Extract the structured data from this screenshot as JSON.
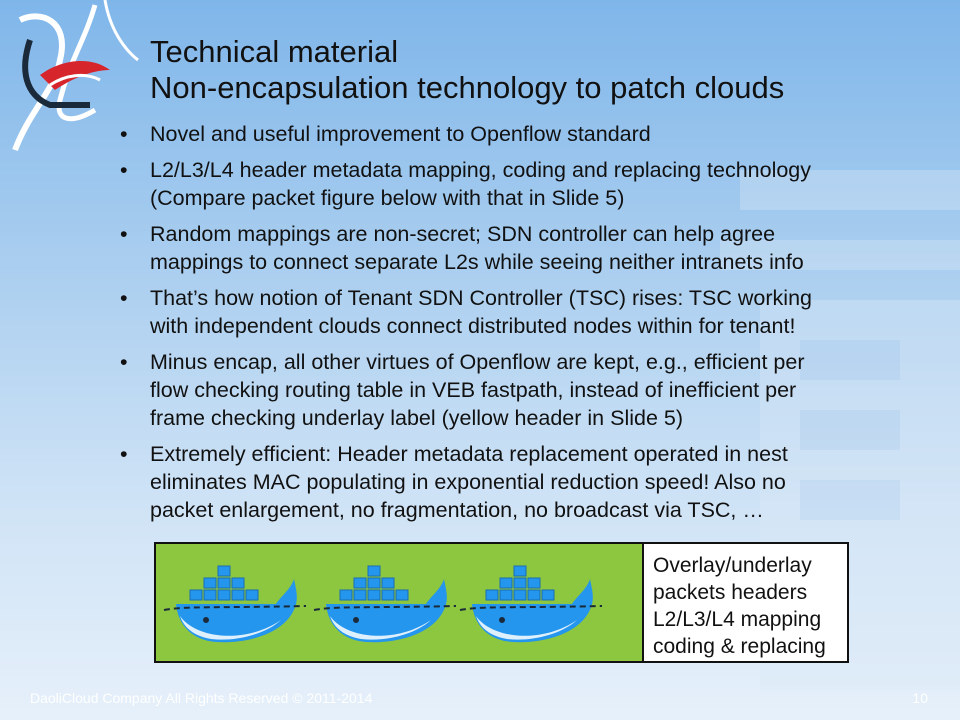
{
  "title": {
    "line1": "Technical material",
    "line2": "Non-encapsulation technology to patch clouds"
  },
  "bullets": [
    [
      "Novel and useful improvement to Openflow standard"
    ],
    [
      "L2/L3/L4 header metadata mapping, coding and replacing technology",
      "(Compare packet figure below with that in Slide 5)"
    ],
    [
      "Random mappings are non-secret; SDN controller can help agree",
      "mappings to connect separate L2s while seeing neither intranets info"
    ],
    [
      "That’s how notion of Tenant SDN Controller (TSC) rises: TSC working",
      "with independent clouds connect distributed nodes within for tenant!"
    ],
    [
      "Minus encap, all other virtues of Openflow are kept, e.g., efficient per",
      "flow checking routing table in VEB fastpath, instead of inefficient per",
      "frame checking underlay label (yellow header in Slide 5)"
    ],
    [
      "Extremely efficient: Header metadata replacement operated in nest",
      "eliminates MAC populating in exponential reduction speed! Also no",
      "packet enlargement, no fragmentation, no broadcast via TSC, …"
    ]
  ],
  "bullet_symbol": "•",
  "figure": {
    "caption": [
      "Overlay/underlay",
      "packets headers",
      "L2/L3/L4 mapping",
      "coding & replacing"
    ],
    "icons": [
      "docker-whale-icon",
      "docker-whale-icon",
      "docker-whale-icon"
    ],
    "background_color": "#8dc63f",
    "whale_color": "#2496ed"
  },
  "footer": "DaoliCloud Company All Rights Reserved © 2011-2014",
  "page_number": "10"
}
